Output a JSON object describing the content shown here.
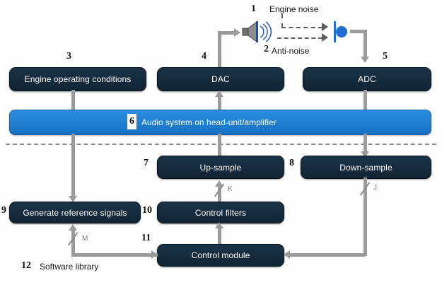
{
  "diagram": {
    "title": "Active noise cancellation signal-flow block diagram",
    "divider_note": "dashed line separating audio hardware domain from software domain",
    "colors": {
      "box_fill": "#14293c",
      "accent_blue": "#1f7fd4",
      "wire_gray": "#9b9b9b",
      "mic_blue": "#1f6fd0",
      "text_dark": "#1a1a1a"
    },
    "callouts": {
      "n1": "1",
      "n2": "2",
      "n3": "3",
      "n4": "4",
      "n5": "5",
      "n6": "6",
      "n7": "7",
      "n8": "8",
      "n9": "9",
      "n10": "10",
      "n11": "11",
      "n12": "12"
    },
    "annotations": {
      "engine_noise": "Engine noise",
      "anti_noise": "Anti-noise",
      "software_library": "Software library",
      "rate_k": "K",
      "rate_j": "J",
      "rate_m": "M"
    },
    "blocks": {
      "engine_conditions": "Engine operating conditions",
      "dac": "DAC",
      "adc": "ADC",
      "audio_system": "Audio system on head-unit/amplifier",
      "up_sample": "Up-sample",
      "down_sample": "Down-sample",
      "generate_reference": "Generate reference signals",
      "control_filters": "Control filters",
      "control_module": "Control module"
    },
    "icons": {
      "speaker": "speaker-icon",
      "microphone": "microphone-icon"
    }
  }
}
